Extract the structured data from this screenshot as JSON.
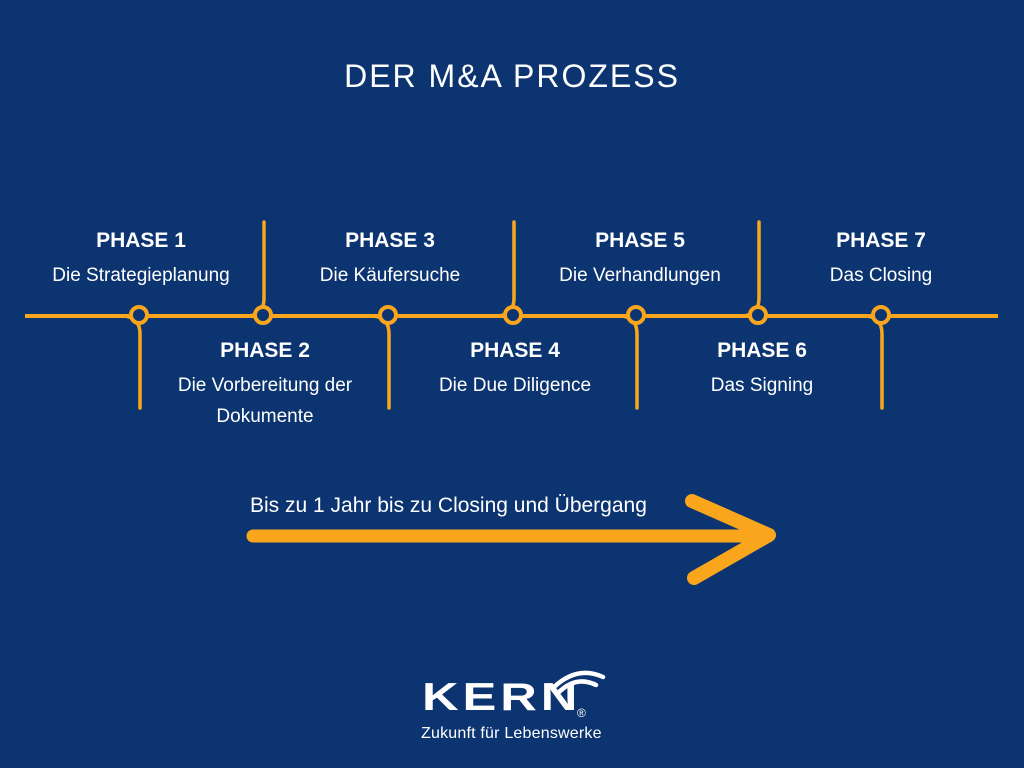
{
  "title": "DER M&A PROZESS",
  "phases": [
    {
      "name": "PHASE 1",
      "subtitle": "Die Strategieplanung",
      "position": "above"
    },
    {
      "name": "PHASE 2",
      "subtitle": "Die Vorbereitung der",
      "subtitle2": "Dokumente",
      "position": "below"
    },
    {
      "name": "PHASE 3",
      "subtitle": "Die Käufersuche",
      "position": "above"
    },
    {
      "name": "PHASE 4",
      "subtitle": "Die Due Diligence",
      "position": "below"
    },
    {
      "name": "PHASE 5",
      "subtitle": "Die Verhandlungen",
      "position": "above"
    },
    {
      "name": "PHASE 6",
      "subtitle": "Das Signing",
      "position": "below"
    },
    {
      "name": "PHASE 7",
      "subtitle": "Das Closing",
      "position": "above"
    }
  ],
  "arrow": {
    "label": "Bis zu 1 Jahr bis zu Closing und Übergang"
  },
  "logo": {
    "name": "KERN",
    "reg": "®",
    "tagline": "Zukunft für Lebenswerke"
  },
  "colors": {
    "background": "#0c3470",
    "accent": "#f9a61d",
    "text": "#ffffff"
  }
}
